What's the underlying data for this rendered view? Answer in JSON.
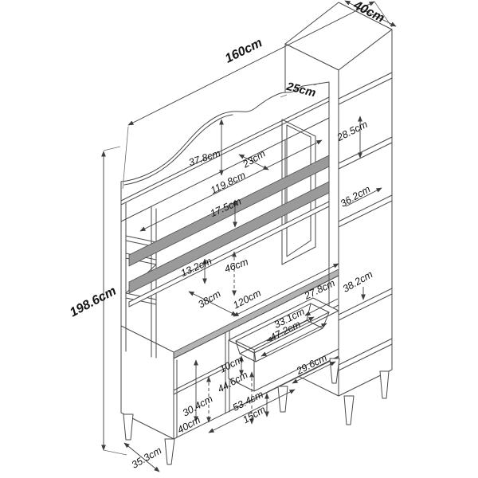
{
  "diagram": {
    "type": "furniture-assembly-dimension-drawing",
    "unit": "cm"
  },
  "dims": {
    "width_total": "160cm",
    "tall_cabinet_depth": "40cm",
    "hutch_depth": "25cm",
    "height_total": "198.6cm",
    "arch_height": "37.8cm",
    "top_shelf_depth": "23cm",
    "hutch_inner_width": "119.8cm",
    "shelf_gap_upper": "17.5cm",
    "tall_gap_top": "28.5cm",
    "tall_gap_mid": "36.2cm",
    "shelf_gap_lower": "13.2cm",
    "desk_clearance": "46cm",
    "tall_gap_low": "38.2cm",
    "desk_depth": "38cm",
    "base_width": "120cm",
    "drawer_side_depth": "27.8cm",
    "drawer_inner_width": "33.1cm",
    "drawer_outer_width": "47.2cm",
    "drawer_front_height": "29.6cm",
    "rail_gap": "10cm",
    "base_inner_height": "44.6cm",
    "cubby_shelf_gap": "30.4cm",
    "cubby_height": "40cm",
    "base_front_diag": "53.4cm",
    "leg_height": "15cm",
    "base_side_depth": "35.3cm"
  },
  "colors": {
    "background": "#ffffff",
    "line": "#4a4a4a",
    "shelf_shade": "#9a9a9a",
    "edge_shade": "#b3b3b3"
  }
}
